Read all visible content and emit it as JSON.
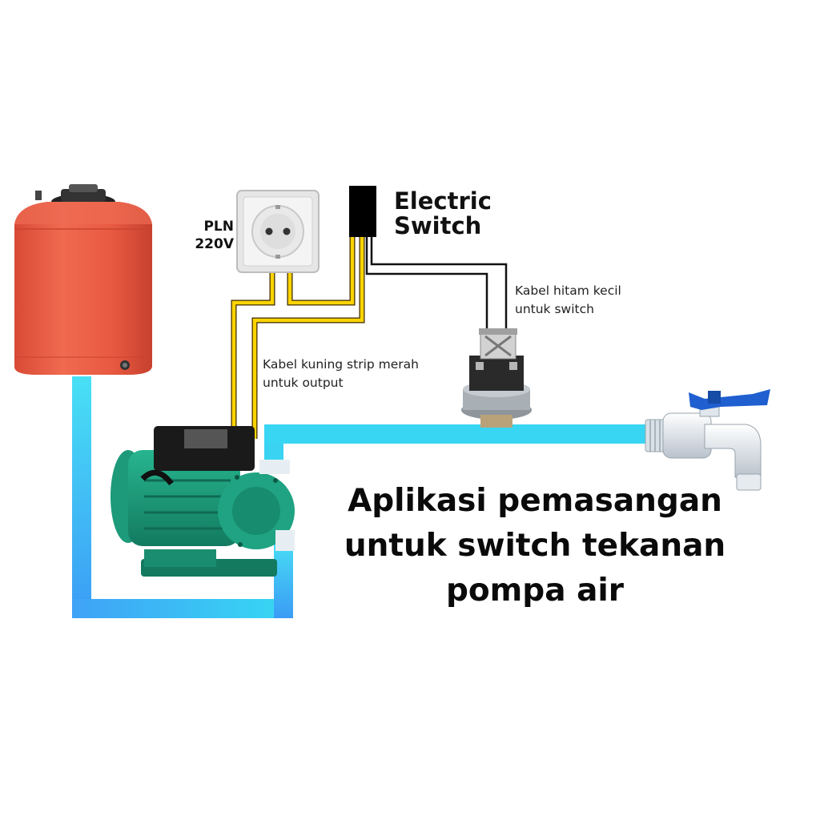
{
  "labels": {
    "power_source": [
      "PLN",
      "220V"
    ],
    "electric_switch": [
      "Electric",
      "Switch"
    ],
    "black_cable_note": [
      "Kabel hitam kecil",
      "untuk switch"
    ],
    "yellow_cable_note": [
      "Kabel kuning strip merah",
      "untuk output"
    ],
    "title": [
      "Aplikasi pemasangan",
      "untuk switch tekanan",
      "pompa air"
    ]
  },
  "components": {
    "tank": "water-tank",
    "socket": "wall-socket",
    "switch": "electric-switch-box",
    "pressure_switch": "pressure-switch",
    "pump": "water-pump",
    "faucet": "water-faucet"
  },
  "colors": {
    "pipe": "#39d6f2",
    "yellow_cable": "#ffd400",
    "black_cable": "#111111",
    "tank": "#e8563f",
    "pump": "#1b9a7a",
    "faucet_handle": "#1f5fd0"
  }
}
